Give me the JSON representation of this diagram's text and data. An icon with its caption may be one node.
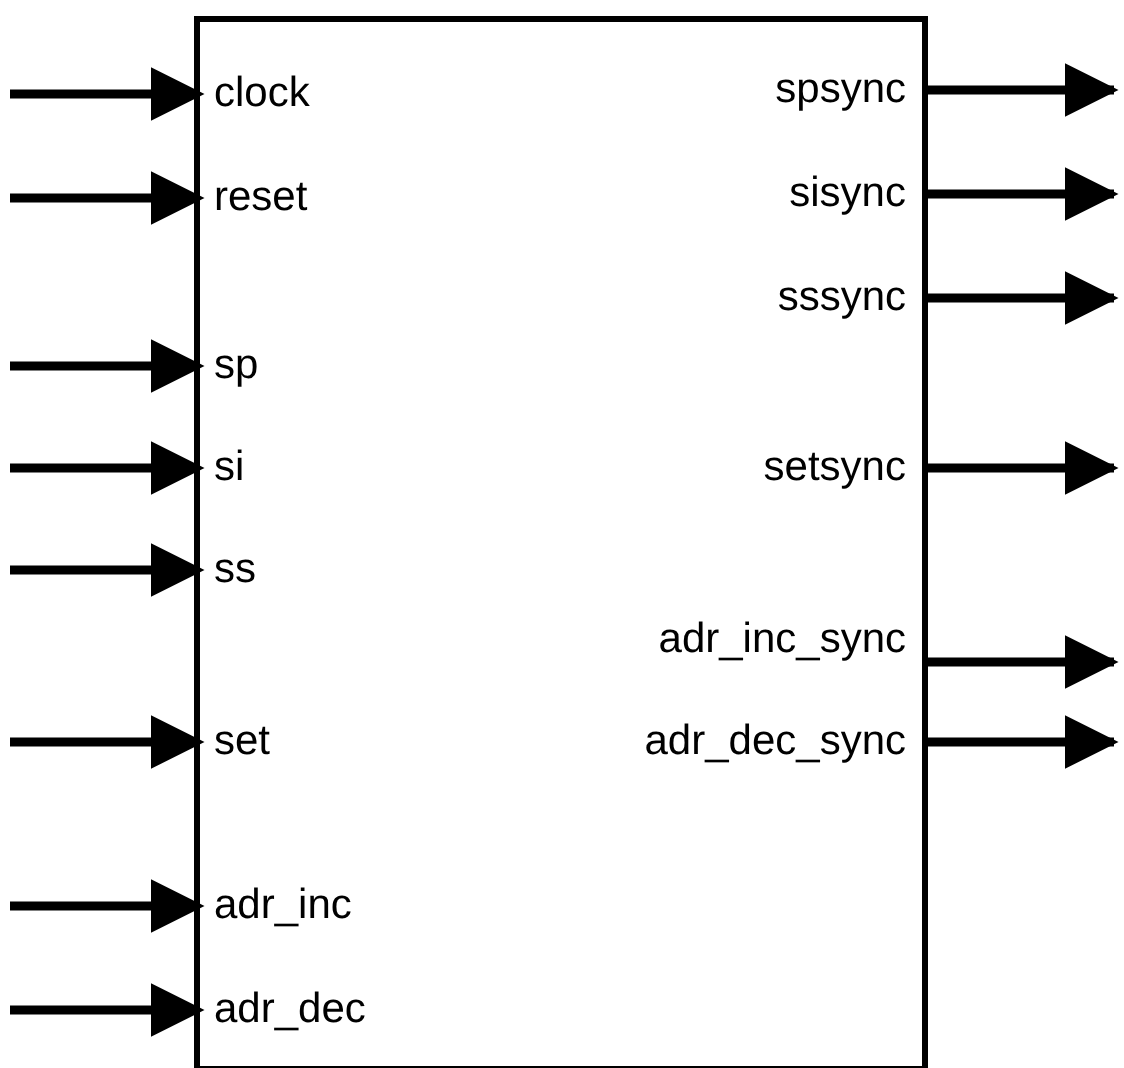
{
  "diagram": {
    "nodes": [
      {
        "text": [],
        "shape": "box"
      },
      {
        "text": [
          "clock"
        ],
        "in": 0
      },
      {
        "text": [
          "spsync"
        ],
        "in": 0
      },
      {
        "text": [
          "reset"
        ],
        "in": 0
      },
      {
        "text": [
          "sisync"
        ],
        "in": 0
      },
      {
        "text": [
          "sssync"
        ],
        "in": 0
      },
      {
        "text": [
          "sp"
        ],
        "in": 0
      },
      {
        "text": [
          "si"
        ],
        "in": 0
      },
      {
        "text": [
          "setsync"
        ],
        "in": 0
      },
      {
        "text": [
          "ss"
        ],
        "in": 0
      },
      {
        "text": [
          "adr_inc_sync"
        ],
        "in": 0
      },
      {
        "text": [
          "set"
        ],
        "in": 0
      },
      {
        "text": [
          "adr_dec_sync"
        ],
        "in": 0
      },
      {
        "text": [
          "adr_inc"
        ],
        "in": 0
      },
      {
        "text": [
          "adr_dec"
        ],
        "in": 0
      }
    ],
    "edges": [
      {
        "from": null,
        "to": 1,
        "arrow": "to"
      },
      {
        "from": 2,
        "to": null,
        "arrow": "to"
      },
      {
        "from": null,
        "to": 3,
        "arrow": "to"
      },
      {
        "from": 4,
        "to": null,
        "arrow": "to"
      },
      {
        "from": 5,
        "to": null,
        "arrow": "to"
      },
      {
        "from": null,
        "to": 6,
        "arrow": "to"
      },
      {
        "from": null,
        "to": 7,
        "arrow": "to"
      },
      {
        "from": 8,
        "to": null,
        "arrow": "to"
      },
      {
        "from": null,
        "to": 9,
        "arrow": "to"
      },
      {
        "from": 10,
        "to": null,
        "arrow": "to"
      },
      {
        "from": null,
        "to": 11,
        "arrow": "to"
      },
      {
        "from": 12,
        "to": null,
        "arrow": "to"
      },
      {
        "from": null,
        "to": 13,
        "arrow": "to"
      },
      {
        "from": null,
        "to": 14,
        "arrow": "to"
      }
    ]
  }
}
